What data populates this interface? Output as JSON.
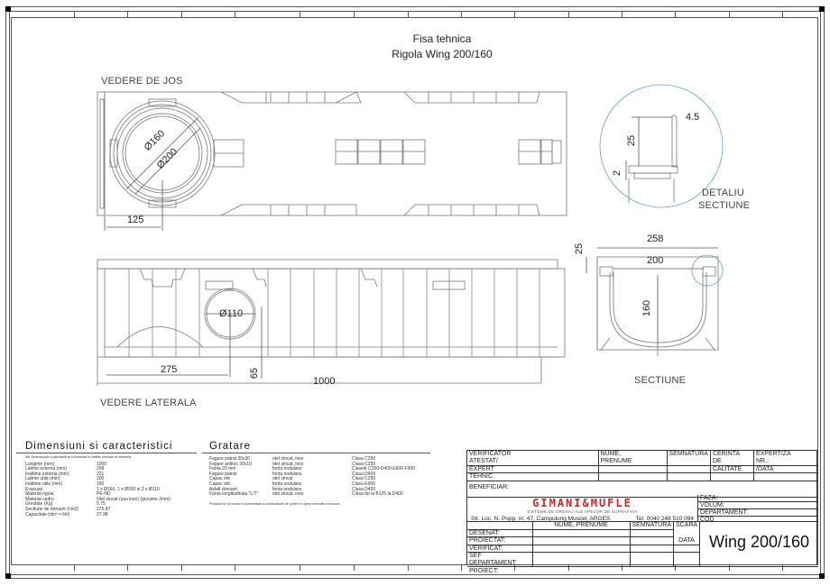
{
  "document": {
    "title_line1": "Fisa tehnica",
    "title_line2": "Rigola Wing 200/160"
  },
  "views": {
    "bottom_view": {
      "label": "VEDERE DE JOS",
      "dim_d160": "Ø160",
      "dim_d200": "Ø200",
      "dim_125": "125"
    },
    "detail": {
      "label_line1": "DETALIU",
      "label_line2": "SECTIUNE",
      "dim_45": "4.5",
      "dim_25": "25",
      "dim_2": "2"
    },
    "section": {
      "label": "SECTIUNE",
      "dim_258": "258",
      "dim_200": "200",
      "dim_25": "25",
      "dim_160": "160"
    },
    "side_view": {
      "label": "VEDERE LATERALA",
      "dim_d110": "Ø110",
      "dim_275": "275",
      "dim_65": "65",
      "dim_1000": "1000"
    }
  },
  "specs": {
    "title": "Dimensiuni si caracteristici",
    "note": "NB: Dimensiunile si greutatile se incadreaza in limitele normale de toleranta.",
    "rows": [
      {
        "label": "Lungime (mm)",
        "value": "1000"
      },
      {
        "label": "Latime externa (mm)",
        "value": "258"
      },
      {
        "label": "Inaltime externa (mm)",
        "value": "221"
      },
      {
        "label": "Latime utila (mm)",
        "value": "200"
      },
      {
        "label": "Inaltime utila (mm)",
        "value": "160"
      },
      {
        "label": "Evacuari",
        "value": "1 x Ø160, 1 x Ø200 si 2 x Ø110"
      },
      {
        "label": "Material rigola",
        "value": "PE-HD"
      },
      {
        "label": "Material cadru",
        "value": "Otel zincat (sau inox) (grosime 2mm)"
      },
      {
        "label": "Greutate (Kg)",
        "value": "5.75"
      },
      {
        "label": "Sectiune de drenare (cm2)",
        "value": "275.87"
      },
      {
        "label": "Capacitate (dm³ = litri)",
        "value": "27.98"
      }
    ]
  },
  "grates": {
    "title": "Gratare",
    "rows": [
      {
        "name": "Fagure patrat 30x30",
        "material": "otel zincat, inox",
        "class": "Clasa C250"
      },
      {
        "name": "Fagure antitoc 30x10",
        "material": "otel zincat, inox",
        "class": "Clasa C250"
      },
      {
        "name": "Fanta 20 mm",
        "material": "fonta nodulara",
        "class": "Clasele C250-D400-E600-F900"
      },
      {
        "name": "Fagure patrat",
        "material": "fonta nodulara",
        "class": "Clasa D400"
      },
      {
        "name": "Capac orb",
        "material": "otel zincat",
        "class": "Clasa C250"
      },
      {
        "name": "Capac orb",
        "material": "fonta nodulara",
        "class": "Clasa E600"
      },
      {
        "name": "Asfalt drenant",
        "material": "fonta nodulara",
        "class": "Clasa D400"
      },
      {
        "name": "Fanta longitudinala \"L/T\"",
        "material": "otel zincat, inox",
        "class": "Clasa de la B125 la D400"
      }
    ],
    "note": "Produsul se va monta in conformitate cu instructiunile de punere in opera furnizate in brosura."
  },
  "title_block": {
    "verificator": "VERIFICATOR",
    "atestat": "ATESTAT/",
    "expert": "EXPERT",
    "tehnic": "TEHNIC",
    "nume": "NUME,",
    "prenume": "PRENUME",
    "semnatura": "SEMNATURA",
    "cerinta": "CERINTA",
    "de": "DE",
    "calitate": "CALITATE",
    "expertiza": "EXPERTIZA",
    "nr": "NR.:",
    "data_slash": "/DATA",
    "beneficiar": "BENEFICIAR:",
    "company_name": "GIMANI&MUFLE",
    "company_tagline": "SISTEME DE DRENAJ ALE APELOR DE SUPRAFATA",
    "address": "Str. Loc. N. Popp, nr. 47, Campulung Muscel, ARGES",
    "phone": "Tel: 0040 248 510 094",
    "faza": "FAZA:",
    "volum": "VOLUM:",
    "departament": "DEPARTAMENT:",
    "cod": "COD",
    "col_nume_prenume": "NUME, PRENUME",
    "col_semnatura": "SEMNATURA",
    "col_scara": "SCARA",
    "col_data": "DATA",
    "desenat": "DESENAT:",
    "proiectat": "PROIECTAT:",
    "verificat": "VERIFICAT:",
    "sef_departament": "SEF DEPARTAMENT:",
    "product_code": "Wing 200/160",
    "proiect": "PROIECT:"
  },
  "colors": {
    "line": "#555555",
    "detail_circle": "#5aa0d8",
    "logo_red": "#dd2222"
  }
}
